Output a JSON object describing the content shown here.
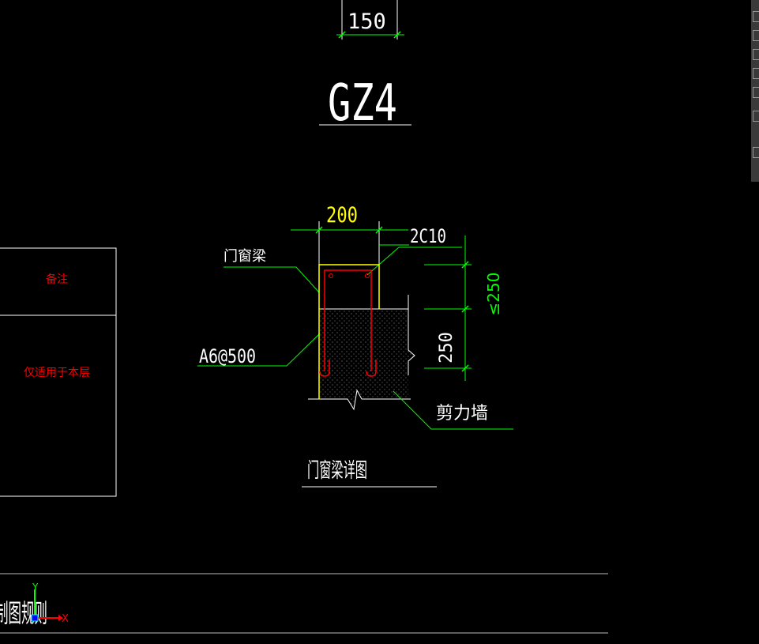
{
  "drawing": {
    "top_dimension": "150",
    "section_title": "GZ4",
    "width_dimension": "200",
    "rebar_label": "2C10",
    "lintel_label": "门窗梁",
    "stirrup_label": "A6@500",
    "height_max_label": "≤250",
    "height_dimension": "250",
    "shear_wall_label": "剪力墙",
    "detail_title": "门窗梁详图"
  },
  "table": {
    "remarks_label": "备注",
    "note_text": "仅适用于本层"
  },
  "footer": {
    "bottom_text": "制图规则"
  },
  "ucs": {
    "x_label": "X",
    "y_label": "Y"
  },
  "colors": {
    "background": "#000000",
    "white": "#ffffff",
    "green": "#00ff00",
    "yellow": "#ffff00",
    "red": "#ff0000",
    "hatch": "#9a9a9a",
    "ucs_blue": "#0000ff"
  }
}
